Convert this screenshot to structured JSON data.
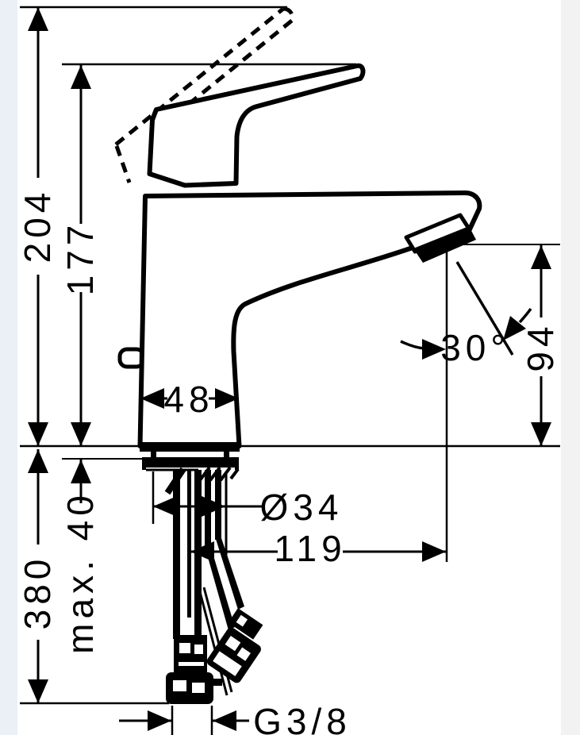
{
  "drawing": {
    "title": "Single-lever basin mixer faucet — dimensioned side view",
    "type": "technical-dimension-drawing",
    "line_color": "#000000",
    "background_color": "#ffffff",
    "dimensions": {
      "total_height": "204",
      "handle_height": "177",
      "body_width": "48",
      "spout_angle": "30°",
      "spout_height": "94",
      "shank_diameter": "Ø34",
      "spout_reach": "119",
      "max_mounting_thickness": "max. 40",
      "hose_length": "380",
      "connection_thread": "G3/8"
    }
  }
}
